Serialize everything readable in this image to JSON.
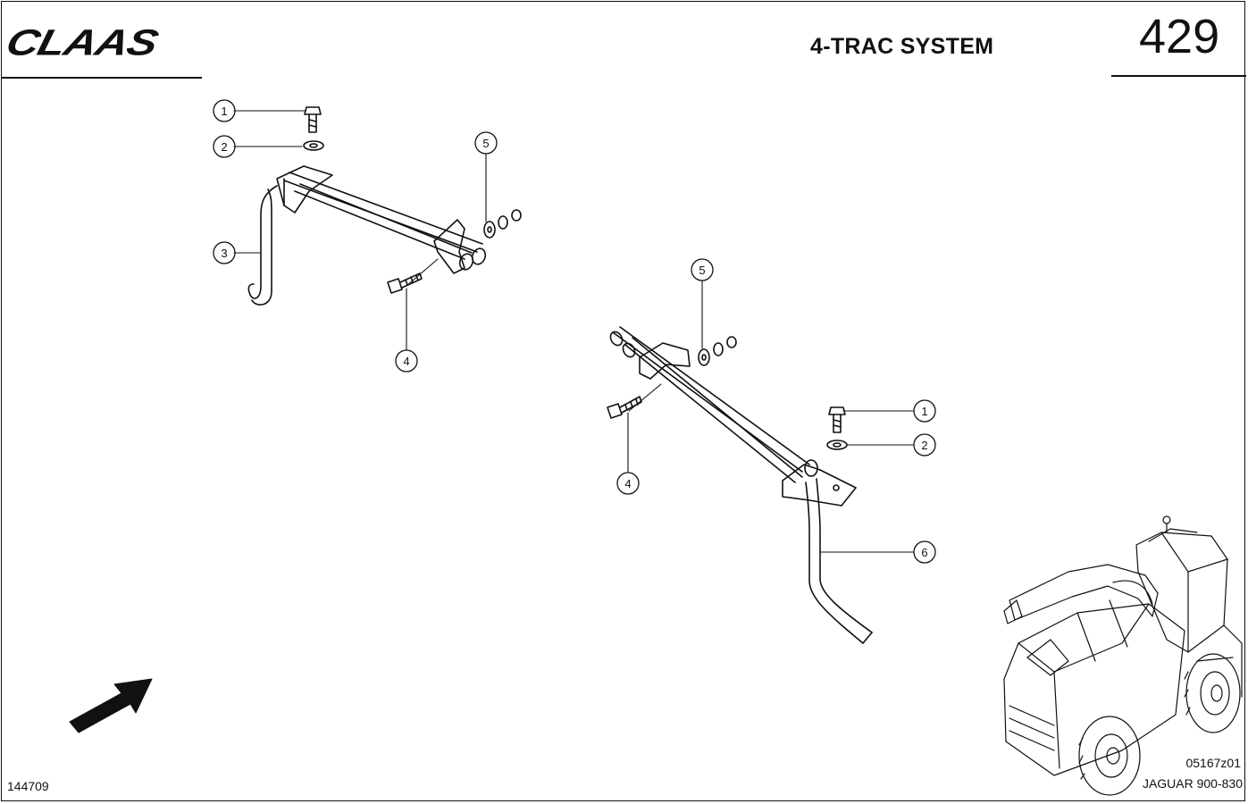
{
  "header": {
    "brand": "CLAAS",
    "title": "4-TRAC SYSTEM",
    "page_number": "429"
  },
  "footer": {
    "document_id": "144709",
    "image_code": "05167z01",
    "model": "JAGUAR 900-830"
  },
  "callouts": {
    "left_assembly": [
      "1",
      "2",
      "3",
      "4",
      "5"
    ],
    "right_assembly": [
      "5",
      "1",
      "2",
      "4",
      "6"
    ]
  },
  "icons": {
    "direction_arrow": "direction-arrow-icon",
    "machine": "harvester-illustration"
  }
}
